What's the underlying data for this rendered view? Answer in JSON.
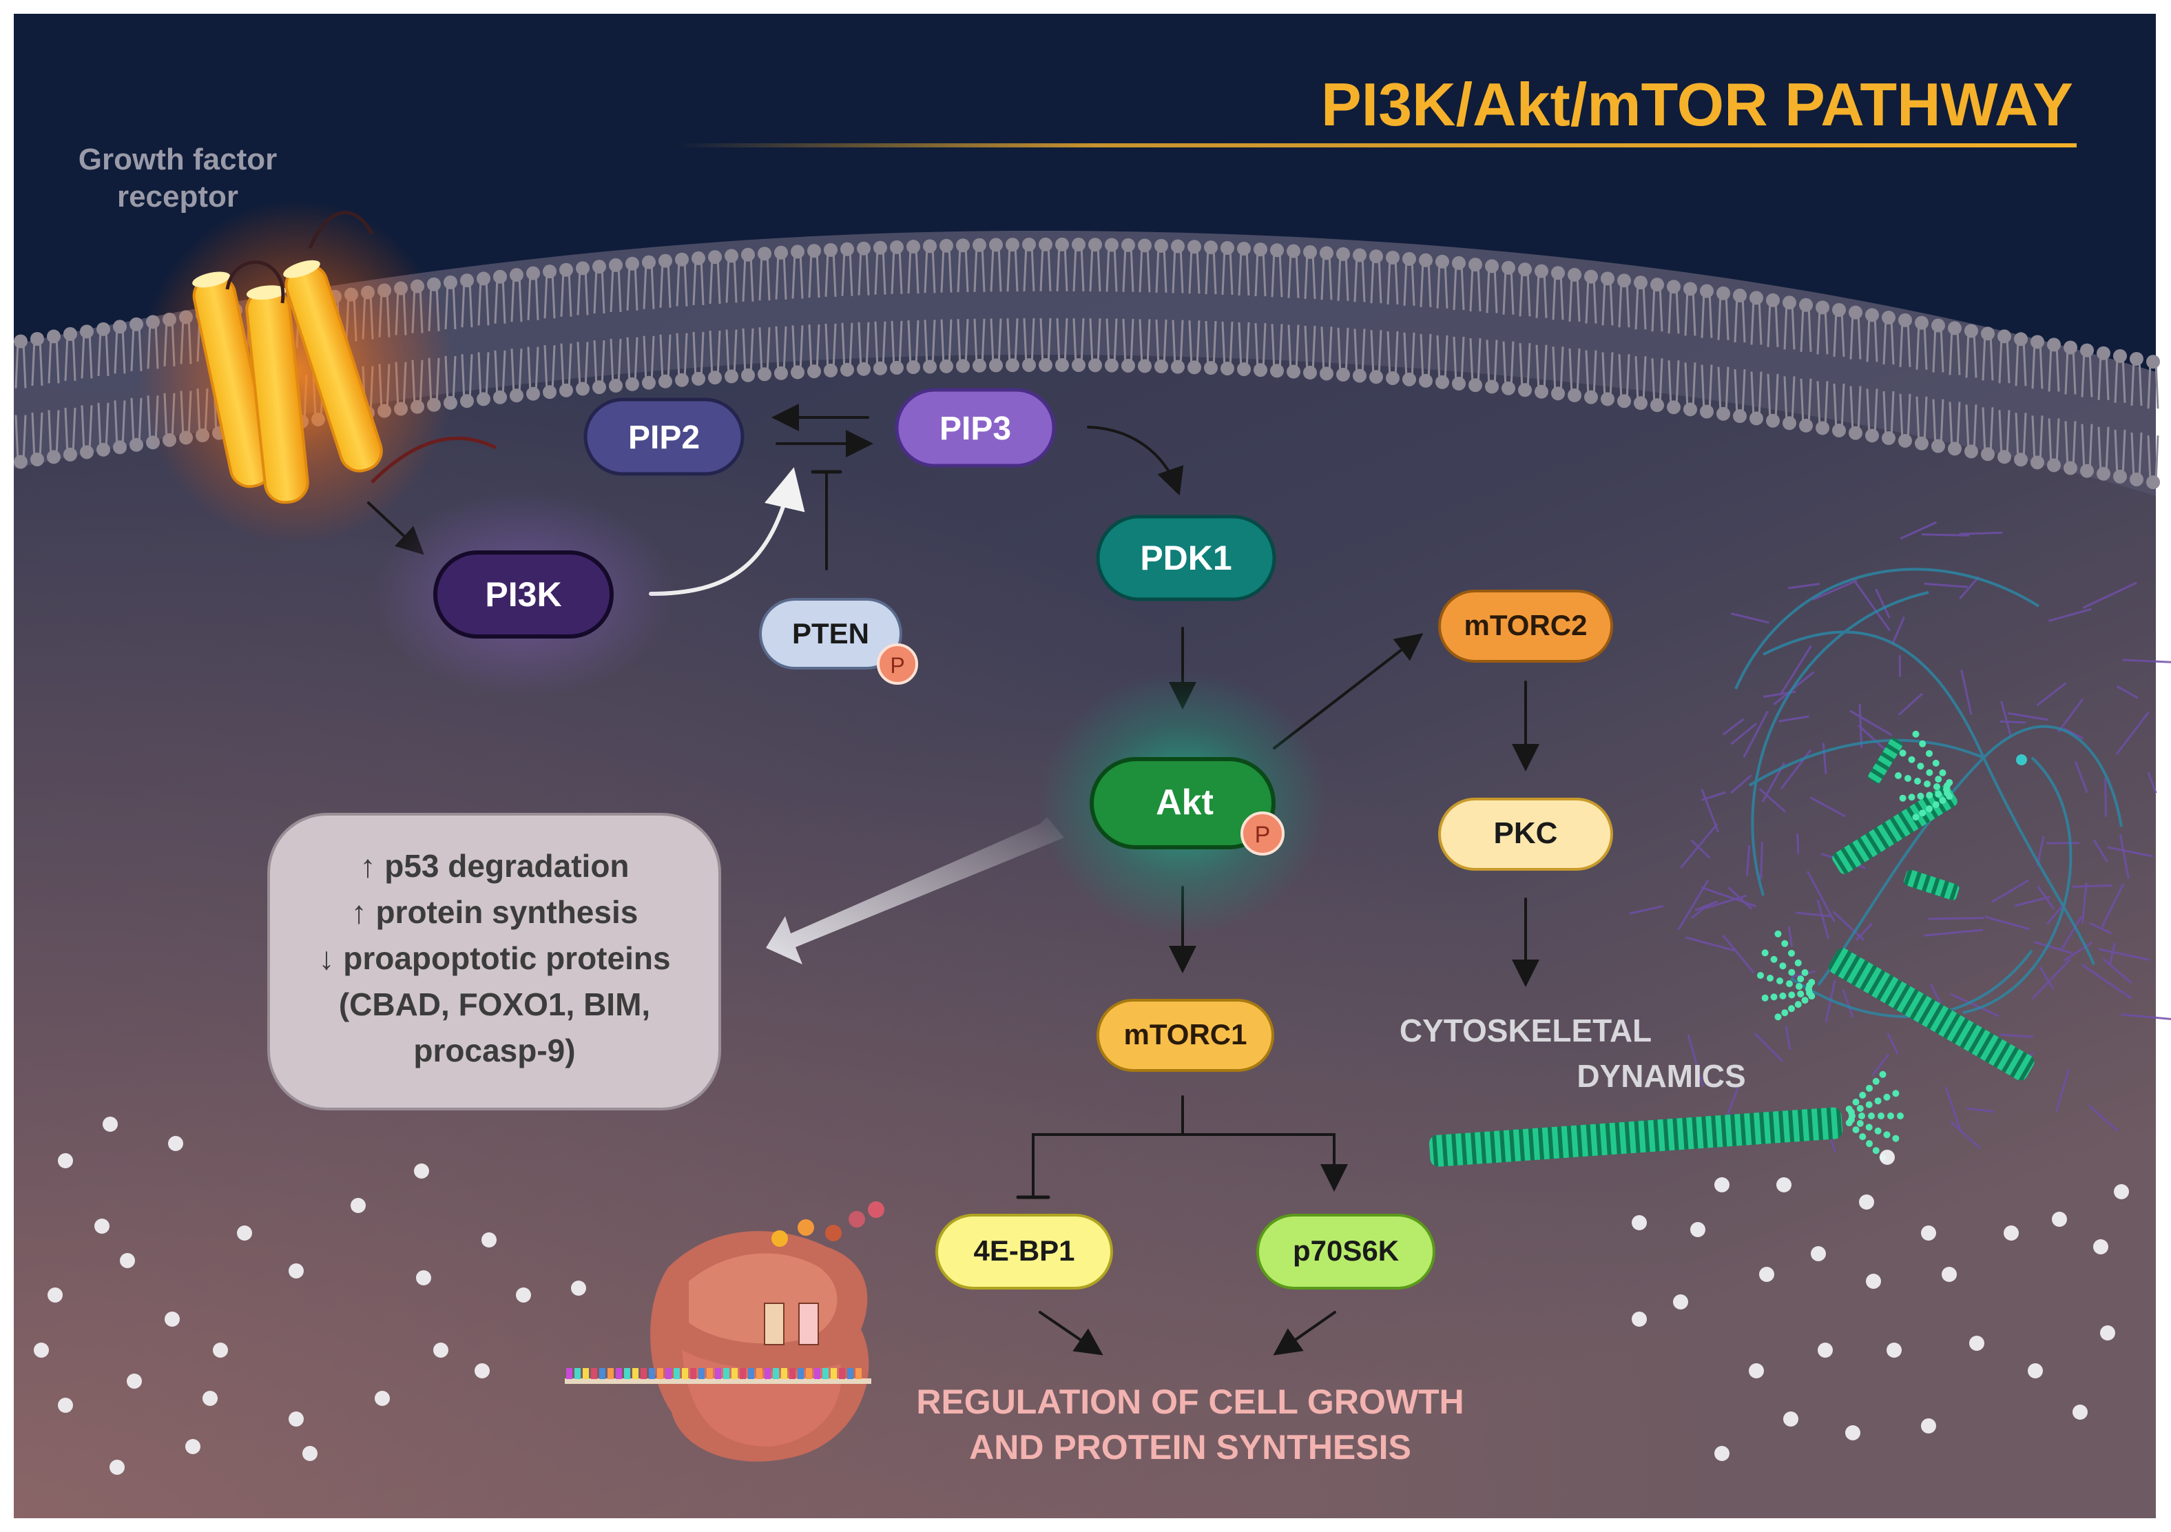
{
  "title": "PI3K/Akt/mTOR PATHWAY",
  "receptor_label": [
    "Growth factor",
    "receptor"
  ],
  "nodes": {
    "pip2": "PIP2",
    "pip3": "PIP3",
    "pi3k": "PI3K",
    "pten": "PTEN",
    "pdk1": "PDK1",
    "akt": "Akt",
    "mtorc2": "mTORC2",
    "pkc": "PKC",
    "mtorc1": "mTORC1",
    "fourebp1": "4E-BP1",
    "p70s6k": "p70S6K"
  },
  "phospho_badge": "P",
  "effects_box": {
    "lines": [
      "↑ p53 degradation",
      "↑ protein synthesis",
      "↓ proapoptotic proteins",
      "(CBAD, FOXO1, BIM,",
      "procasp-9)"
    ]
  },
  "cytoskeletal_label": [
    "CYTOSKELETAL",
    "DYNAMICS"
  ],
  "outcome_label": [
    "REGULATION OF CELL GROWTH",
    "AND PROTEIN SYNTHESIS"
  ],
  "colors": {
    "title": "#f6b12b",
    "background_top": "#0f1d3a",
    "background_cytoplasm": "#3d3f56",
    "membrane": "#8e8a96",
    "pip2": "#4a4a8c",
    "pip3": "#8a63c9",
    "pi3k": "#3d2466",
    "pten": "#c9d6ec",
    "pdk1": "#0f7f78",
    "akt": "#1e8f3a",
    "mtorc2": "#f29a3a",
    "pkc": "#fde7ad",
    "mtorc1": "#f7bf4a",
    "fourebp1": "#fbf58a",
    "p70s6k": "#b7ec6a",
    "phospho": "#f08a6a",
    "outcome_text": "#f3b3b0",
    "microtubule": "#1fb981"
  }
}
